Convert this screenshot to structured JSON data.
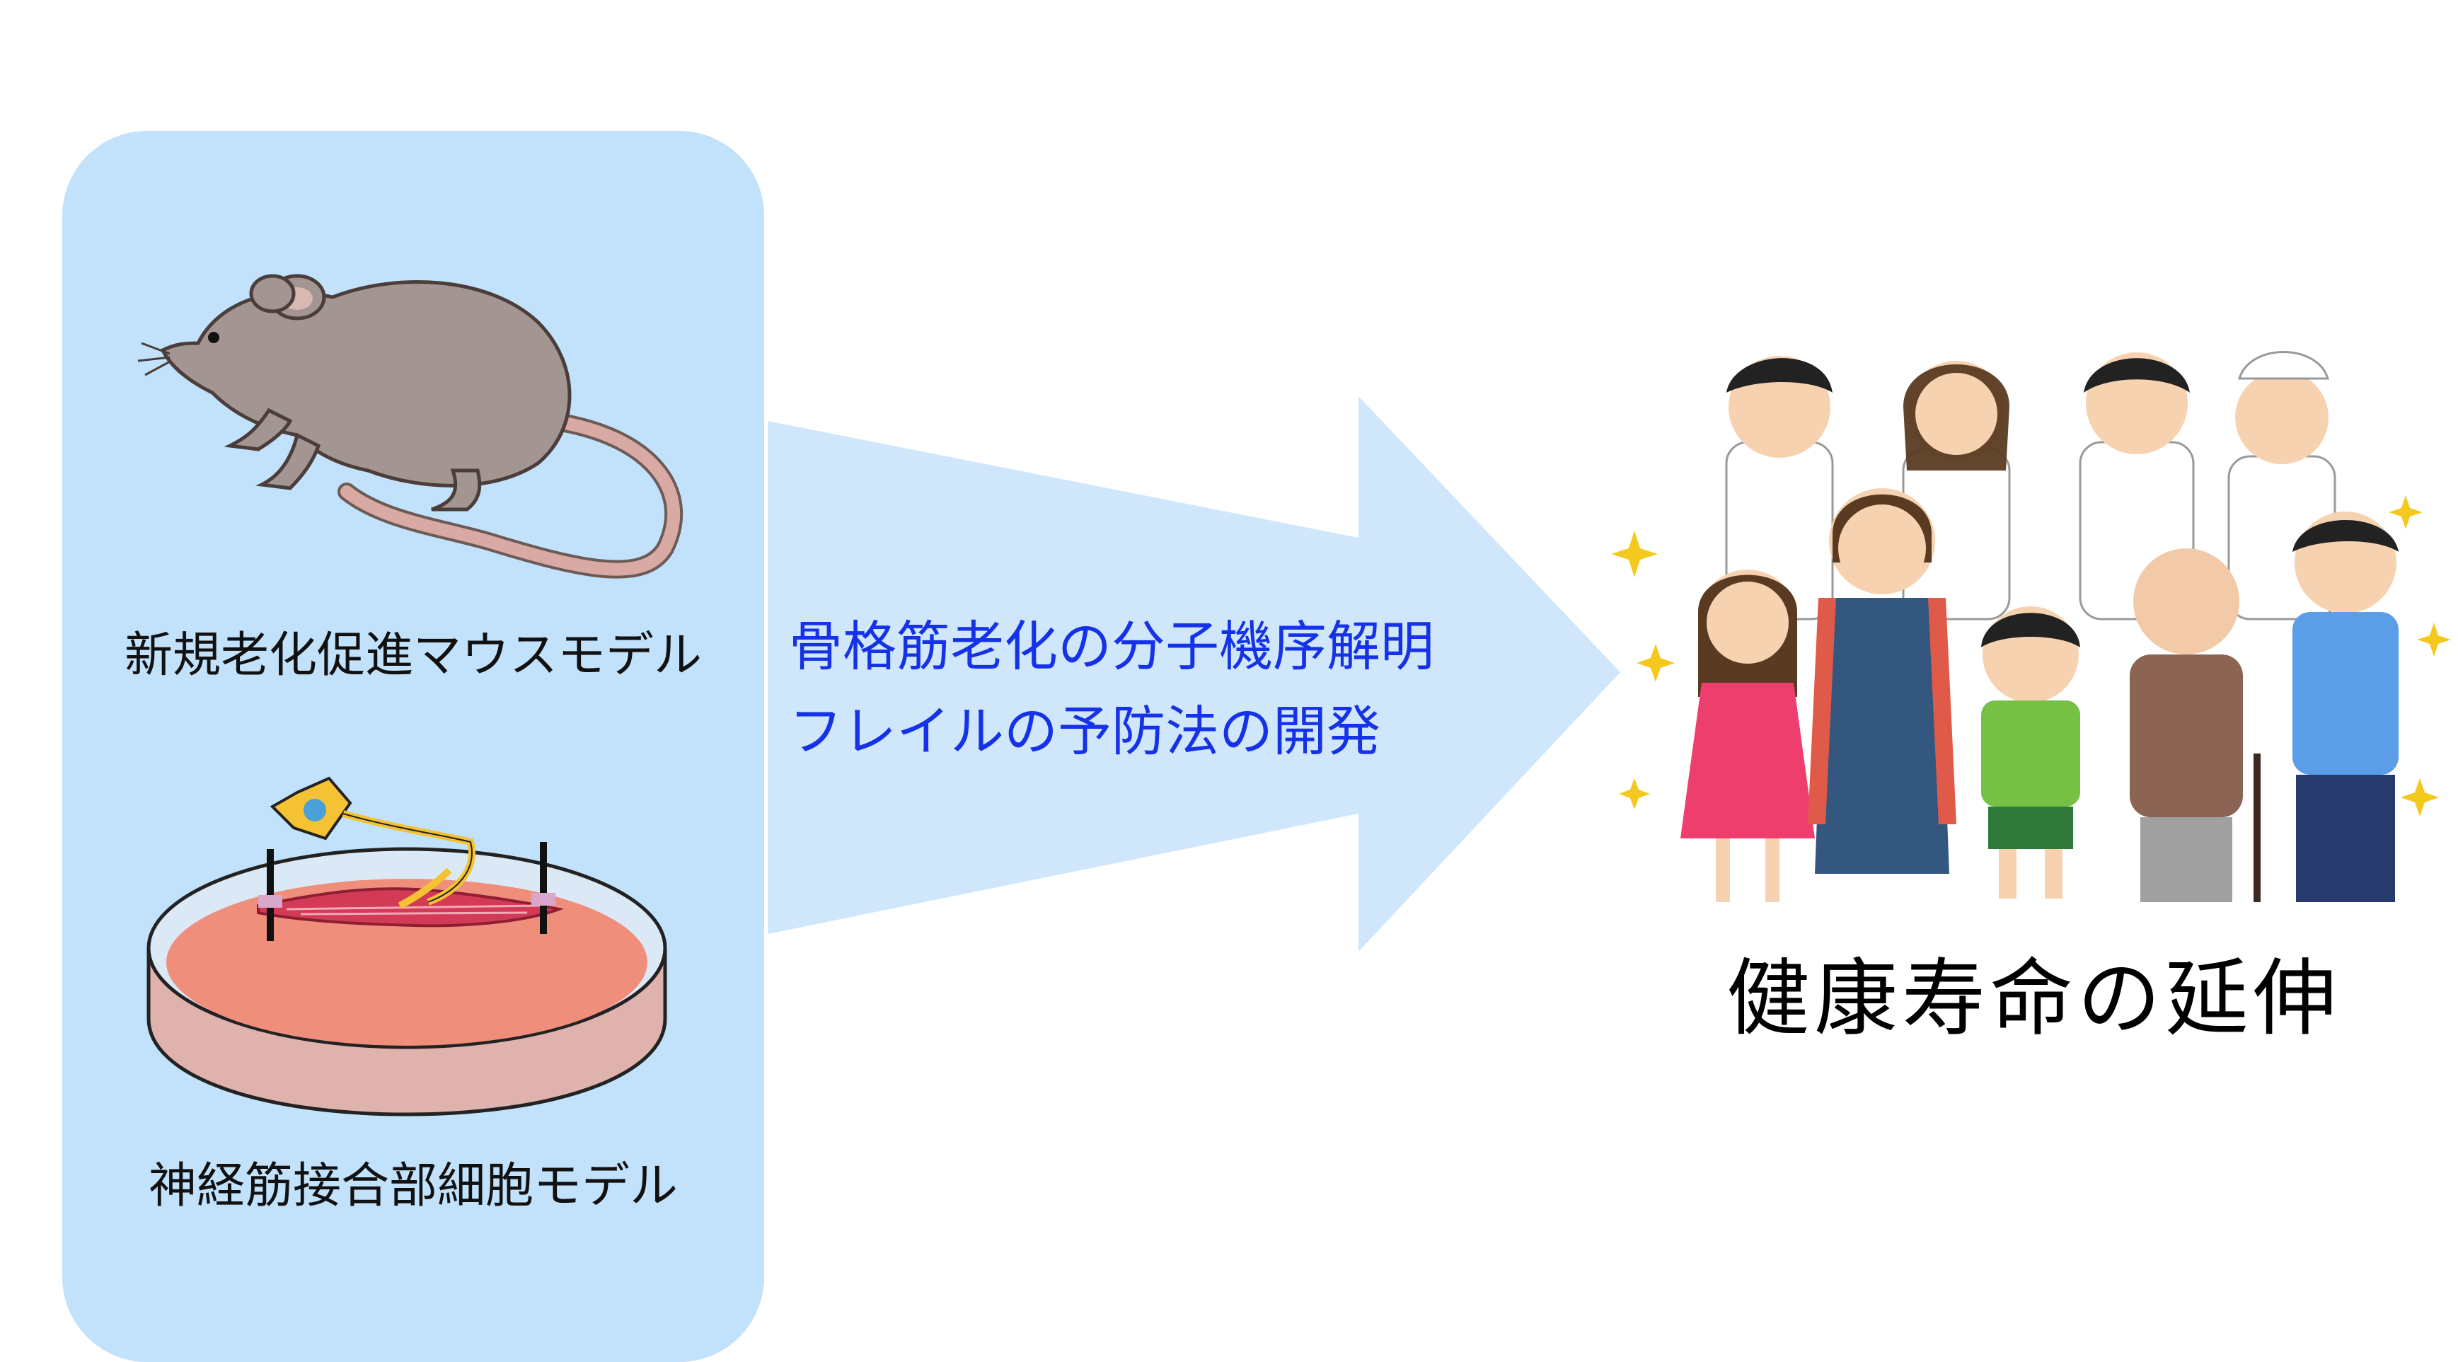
{
  "left_panel": {
    "mouse_caption": "新規老化促進マウスモデル",
    "cell_caption": "神経筋接合部細胞モデル"
  },
  "arrow": {
    "line1": "骨格筋老化の分子機序解明",
    "line2": "フレイルの予防法の開発"
  },
  "result": {
    "caption": "健康寿命の延伸"
  },
  "colors": {
    "panel": "#c2e1fb",
    "arrow": "#cfe6fb",
    "arrow_text": "#1532e8"
  },
  "icons": [
    "mouse-illustration",
    "petri-dish-illustration",
    "people-group-illustration",
    "sparkle-icon"
  ]
}
